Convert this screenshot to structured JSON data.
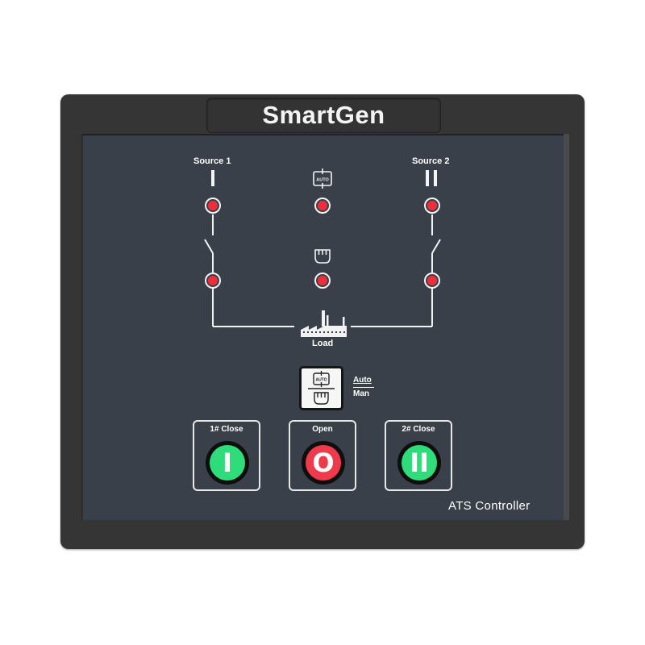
{
  "device": {
    "brand": "SmartGen",
    "model_label": "ATS Controller",
    "colors": {
      "bezel": "#353536",
      "screen": "#39404a",
      "led_red": "#ee2e3a",
      "close_green": "#2fdc7a",
      "open_red": "#ee3a4a"
    }
  },
  "diagram": {
    "source1": {
      "label": "Source 1",
      "symbol": "I"
    },
    "source2": {
      "label": "Source 2",
      "symbol": "II"
    },
    "auto_icon": "auto-mode-icon",
    "manual_icon": "hand-icon",
    "load": {
      "label": "Load",
      "icon": "factory-icon"
    },
    "leds": [
      {
        "id": "source1-available",
        "state": "on"
      },
      {
        "id": "auto-mode",
        "state": "on"
      },
      {
        "id": "source2-available",
        "state": "on"
      },
      {
        "id": "source1-closed",
        "state": "on"
      },
      {
        "id": "manual-mode",
        "state": "on"
      },
      {
        "id": "source2-closed",
        "state": "on"
      }
    ]
  },
  "mode_button": {
    "label_top": "Auto",
    "label_bottom": "Man",
    "auto_glyph": "AUTO"
  },
  "buttons": [
    {
      "title": "1# Close",
      "symbol": "I",
      "color": "#2fdc7a"
    },
    {
      "title": "Open",
      "symbol": "O",
      "color": "#ee3a4a"
    },
    {
      "title": "2# Close",
      "symbol": "II",
      "color": "#2fdc7a"
    }
  ]
}
